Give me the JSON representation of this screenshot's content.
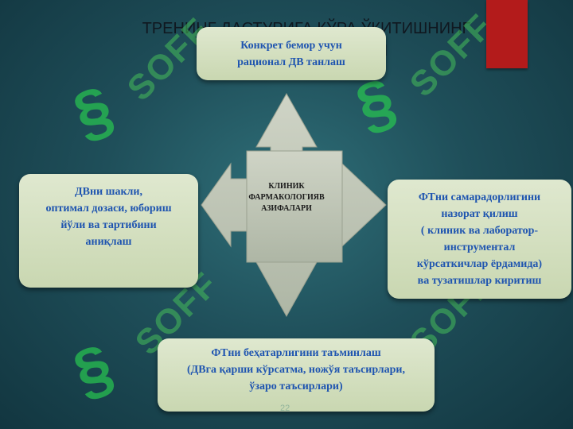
{
  "slide": {
    "title": "ТРЕНИНГ ДАСТУРИГА КЎРА ЎҚИТИШНИНГ\nМАВЗУЛАР РЎЙХАТИ",
    "watermark_text": "SOFF",
    "page_number": "22"
  },
  "diagram": {
    "center_label": "КЛИНИК\nФАРМАКОЛОГИЯВ\nАЗИФАЛАРИ",
    "top": "Конкрет бемор учун\nрационал ДВ танлаш",
    "left": "ДВни шакли,\nоптимал дозаси, юбориш\nйўли ва тартибини\nаниқлаш",
    "right": "ФТни самарадорлигини\nназорат қилиш\n( клиник ва  лаборатор-\nинструментал\nкўрсаткичлар ёрдамида)\n ва тузатишлар  киритиш",
    "bottom": "ФТни  беҳатарлигини таъминлаш\n(ДВга қарши кўрсатма, ножўя таъсирлари,\nўзаро таъсирлари)"
  },
  "colors": {
    "box_text": "#1f55b0",
    "accent_red": "#b31b1b",
    "watermark_green": "#46be5a"
  }
}
